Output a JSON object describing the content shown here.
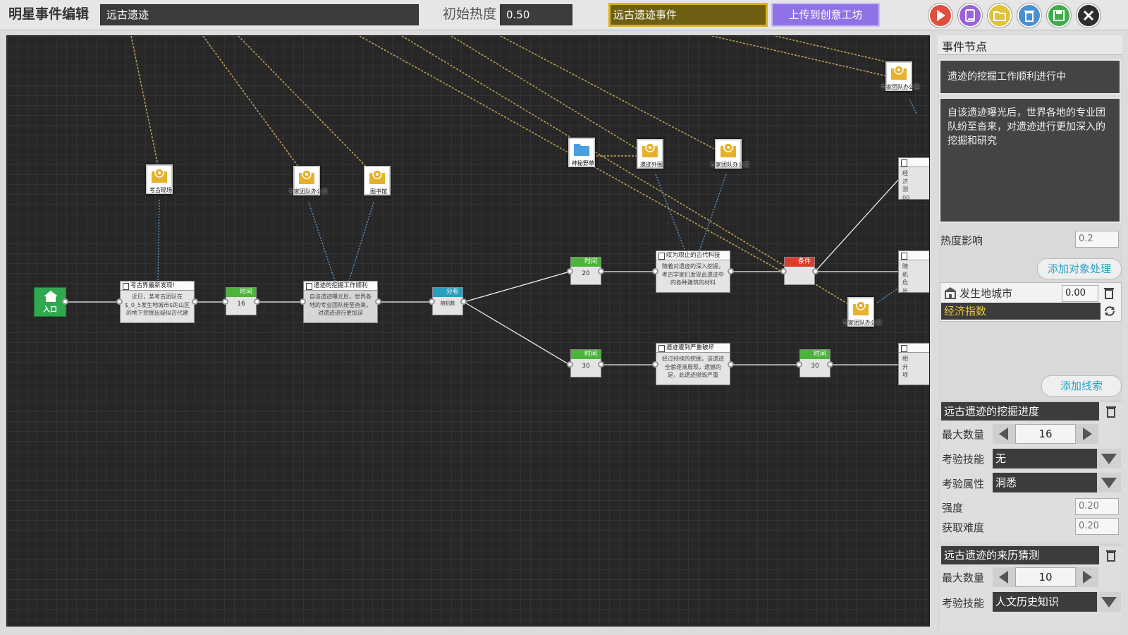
{
  "toolbar": {
    "title": "明星事件编辑",
    "event_name": "远古遗迹",
    "initial_heat_label": "初始热度",
    "initial_heat_value": "0.50",
    "event_type": "远古遗迹事件",
    "upload_label": "上传到创意工坊",
    "icons": [
      "play-icon",
      "book-icon",
      "folder-icon",
      "trash-icon",
      "save-icon",
      "close-icon"
    ]
  },
  "graph": {
    "entry_label": "入口",
    "nodes": {
      "n1": {
        "title": "考古界最新发现!",
        "body": "近日，某考古团队在$_0_5发生地城市$的山区的地下挖掘出疑似古代建"
      },
      "n2": {
        "title": "遗迹的挖掘工作顺利",
        "body": "自该遗迹曝光后，世界各地的专业团队纷至沓来，对遗迹进行更加深"
      },
      "n3": {
        "title": "叹为观止的古代科技",
        "body": "随着对遗迹的深入挖掘，考古学家们发现此遗迹中的各种建筑的材料"
      },
      "n4": {
        "title": "遗迹遭到严重破坏",
        "body": "经过持续的挖掘，该遗迹全貌逐渐展现，遗憾的是，此遗迹损毁严重"
      },
      "e1": {
        "body": "经济测00"
      },
      "e2": {
        "body": "随机危出"
      },
      "e3": {
        "body": "相升项"
      }
    },
    "timers": {
      "t1": {
        "tag": "时间",
        "value": "16"
      },
      "t2": {
        "tag": "时间",
        "value": "20"
      },
      "t3": {
        "tag": "时间",
        "value": "30"
      },
      "t4": {
        "tag": "时间",
        "value": "30"
      }
    },
    "distribution": {
      "tag": "分布",
      "body": "随机数"
    },
    "condition": {
      "tag": "条件"
    },
    "pins": {
      "p1": "考古现场",
      "p2": "专家团队办公室",
      "p3": "图书馆",
      "p4": "神秘野草",
      "p5": "遗迹外围",
      "p6": "专家团队办公室",
      "p7": "专家团队办公室",
      "p8": "专家团队办公室"
    }
  },
  "panel": {
    "section_title": "事件节点",
    "node_title": "遗迹的挖掘工作顺利进行中",
    "node_description": "自该遗迹曝光后，世界各地的专业团队纷至沓来，对遗迹进行更加深入的挖掘和研究",
    "heat_label": "热度影响",
    "heat_value": "0.2",
    "add_object_label": "添加对象处理",
    "city_label": "发生地城市",
    "city_value": "0.00",
    "economy_label": "经济指数",
    "add_clue_label": "添加线索",
    "clues": [
      {
        "title": "远古遗迹的挖掘进度",
        "max_label": "最大数量",
        "max_value": "16",
        "skill_label": "考验技能",
        "skill_value": "无",
        "attr_label": "考验属性",
        "attr_value": "洞悉",
        "strength_label": "强度",
        "strength_value": "0.20",
        "difficulty_label": "获取难度",
        "difficulty_value": "0.20"
      },
      {
        "title": "远古遗迹的来历猜测",
        "max_label": "最大数量",
        "max_value": "10",
        "skill_label": "考验技能",
        "skill_value": "人文历史知识"
      }
    ]
  },
  "colors": {
    "accent_yellow": "#6e5f12",
    "upload_purple": "#8f72e6",
    "entry_green": "#2fa84f",
    "timer_green": "#4cb43a",
    "dist_teal": "#2a9fc0",
    "cond_red": "#e03a2a"
  }
}
